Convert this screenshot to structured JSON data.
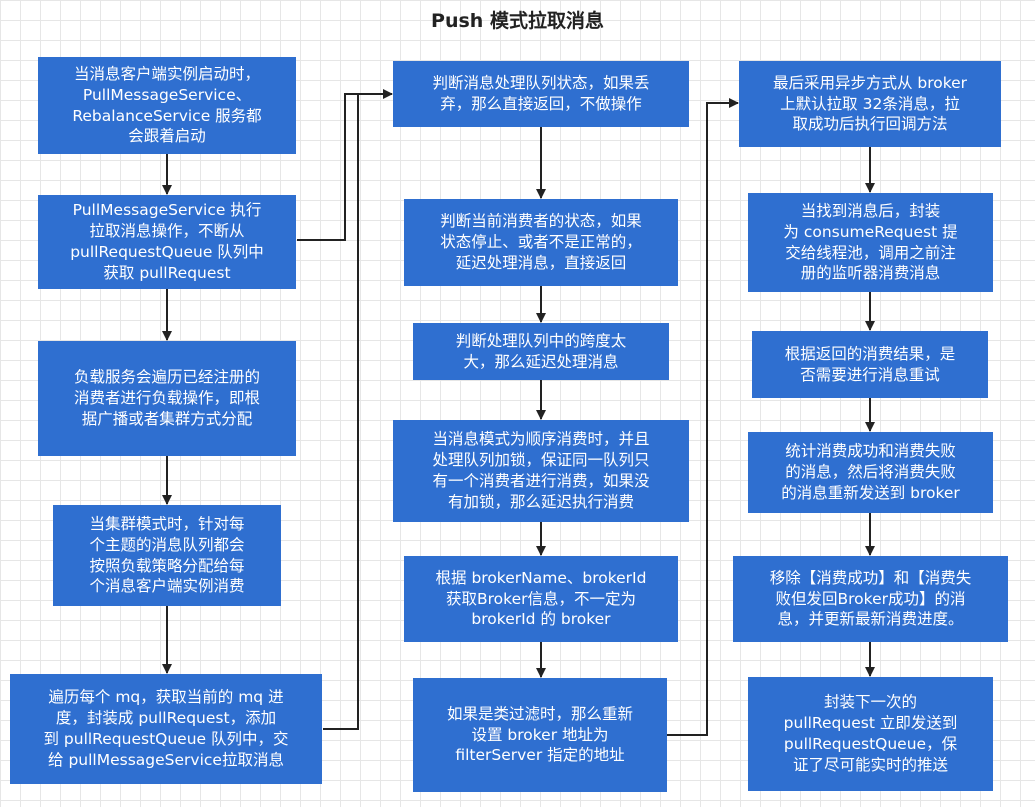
{
  "title": "Push 模式拉取消息",
  "colors": {
    "box_fill": "#2f6fd0",
    "box_text": "#ffffff",
    "line": "#222222"
  },
  "columns": [
    {
      "steps": [
        "当消息客户端实例启动时，\nPullMessageService、\nRebalanceService 服务都\n会跟着启动",
        "PullMessageService 执行\n拉取消息操作，不断从\npullRequestQueue 队列中\n获取 pullRequest",
        "负载服务会遍历已经注册的\n消费者进行负载操作，即根\n据广播或者集群方式分配",
        "当集群模式时，针对每\n个主题的消息队列都会\n按照负载策略分配给每\n个消息客户端实例消费",
        "遍历每个 mq，获取当前的 mq 进\n度，封装成 pullRequest，添加\n到 pullRequestQueue 队列中，交\n给 pullMessageService拉取消息"
      ]
    },
    {
      "steps": [
        "判断消息处理队列状态，如果丢\n弃，那么直接返回，不做操作",
        "判断当前消费者的状态，如果\n状态停止、或者不是正常的，\n延迟处理消息，直接返回",
        "判断处理队列中的跨度太\n大，那么延迟处理消息",
        "当消息模式为顺序消费时，并且\n处理队列加锁，保证同一队列只\n有一个消费者进行消费，如果没\n有加锁，那么延迟执行消费",
        "根据 brokerName、brokerId\n获取Broker信息，不一定为\nbrokerId 的 broker",
        "如果是类过滤时，那么重新\n设置 broker 地址为\nfilterServer 指定的地址"
      ]
    },
    {
      "steps": [
        "最后采用异步方式从 broker\n上默认拉取 32条消息，拉\n取成功后执行回调方法",
        "当找到消息后，封装\n为 consumeRequest 提\n交给线程池，调用之前注\n册的监听器消费消息",
        "根据返回的消费结果，是\n否需要进行消息重试",
        "统计消费成功和消费失败\n的消息，然后将消费失败\n的消息重新发送到 broker",
        "移除【消费成功】和【消费失\n败但发回Broker成功】的消\n息，并更新最新消费进度。",
        "封装下一次的\npullRequest 立即发送到\npullRequestQueue，保\n证了尽可能实时的推送"
      ]
    }
  ]
}
